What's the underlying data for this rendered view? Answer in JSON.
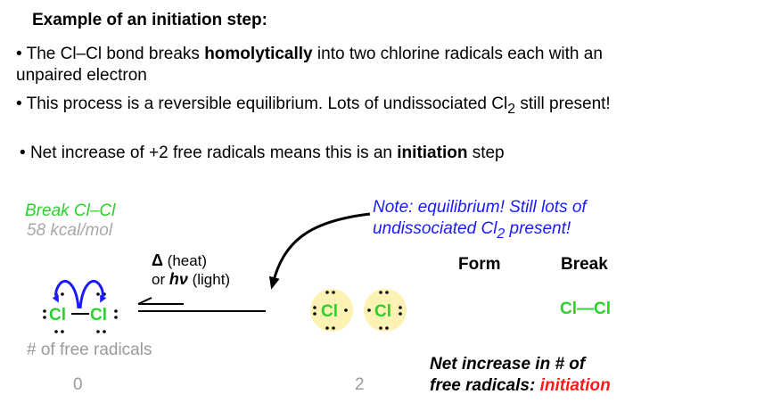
{
  "title": "Example of an initiation step:",
  "bullets": {
    "b1_pre": "The Cl–Cl bond breaks ",
    "b1_bold": "homolytically",
    "b1_post": " into two chlorine radicals each with an",
    "b1_line2": "unpaired electron",
    "b2_pre": "This process is a reversible equilibrium. Lots of undissociated Cl",
    "b2_sub": "2",
    "b2_post": " still present!",
    "b3_pre": "Net increase of +2 free radicals means this is an ",
    "b3_bold": "initiation",
    "b3_post": " step",
    "marker": "•"
  },
  "break_label": "Break Cl–Cl",
  "energy_label": "58 kcal/mol",
  "note": {
    "line1": "Note: equilibrium! Still lots of",
    "line2_pre": "undissociated Cl",
    "line2_sub": "2",
    "line2_post": " present!"
  },
  "conditions": {
    "delta": "Δ",
    "heat": " (heat)",
    "or": "or ",
    "hv": "hν",
    "light": " (light)"
  },
  "molecule": {
    "atom": "Cl"
  },
  "table": {
    "form": "Form",
    "break": "Break",
    "bond": "Cl—Cl"
  },
  "radicals_label": "# of free radicals",
  "radical_counts": {
    "left": "0",
    "right": "2"
  },
  "net": {
    "line1": "Net increase in # of",
    "line2_pre": "free radicals: ",
    "line2_red": "initiation"
  },
  "colors": {
    "green": "#2bd12b",
    "blue": "#1a1aff",
    "red": "#ff1a1a",
    "grey": "#a9a9a9",
    "highlight": "#fbf2b4"
  }
}
